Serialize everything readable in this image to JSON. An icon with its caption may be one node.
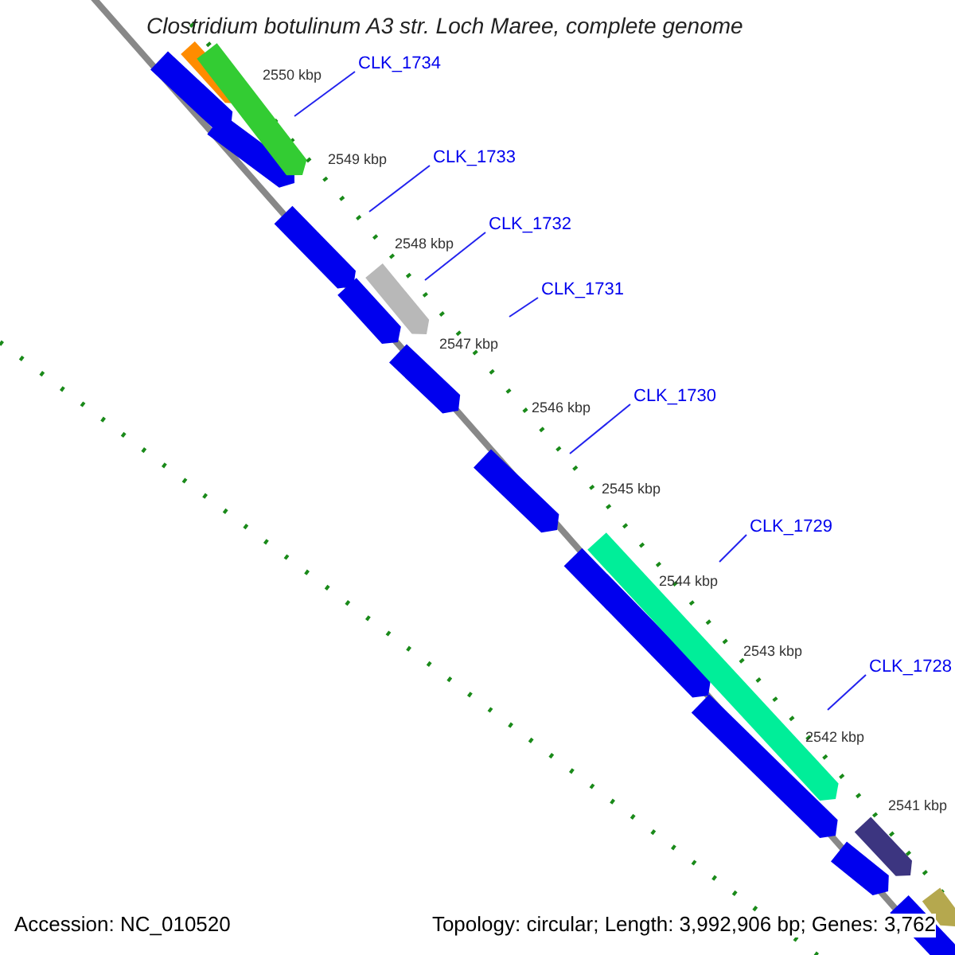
{
  "diagram": {
    "title": "Clostridium botulinum A3 str. Loch Maree, complete genome",
    "nodes": [
      {
        "text": [
          "CLK_1734"
        ]
      },
      {
        "text": [
          "CLK_1733"
        ]
      },
      {
        "text": [
          "CLK_1732"
        ]
      },
      {
        "text": [
          "CLK_1731"
        ]
      },
      {
        "text": [
          "CLK_1730"
        ]
      },
      {
        "text": [
          "CLK_1729"
        ]
      },
      {
        "text": [
          "CLK_1728"
        ]
      }
    ],
    "edges": [
      {
        "from": 0,
        "to": null,
        "arrow": "none"
      },
      {
        "from": 1,
        "to": null,
        "arrow": "none"
      },
      {
        "from": 2,
        "to": null,
        "arrow": "none"
      },
      {
        "from": 3,
        "to": null,
        "arrow": "none"
      },
      {
        "from": 4,
        "to": null,
        "arrow": "none"
      },
      {
        "from": 5,
        "to": null,
        "arrow": "none"
      },
      {
        "from": 6,
        "to": null,
        "arrow": "none"
      }
    ],
    "labels": [
      "2550 kbp",
      "2549 kbp",
      "2548 kbp",
      "2547 kbp",
      "2546 kbp",
      "2545 kbp",
      "2544 kbp",
      "2543 kbp",
      "2542 kbp",
      "2541 kbp",
      "Accession: NC_010520",
      "Topology: circular; Length: 3,992,906 bp; Genes: 3,762"
    ]
  }
}
